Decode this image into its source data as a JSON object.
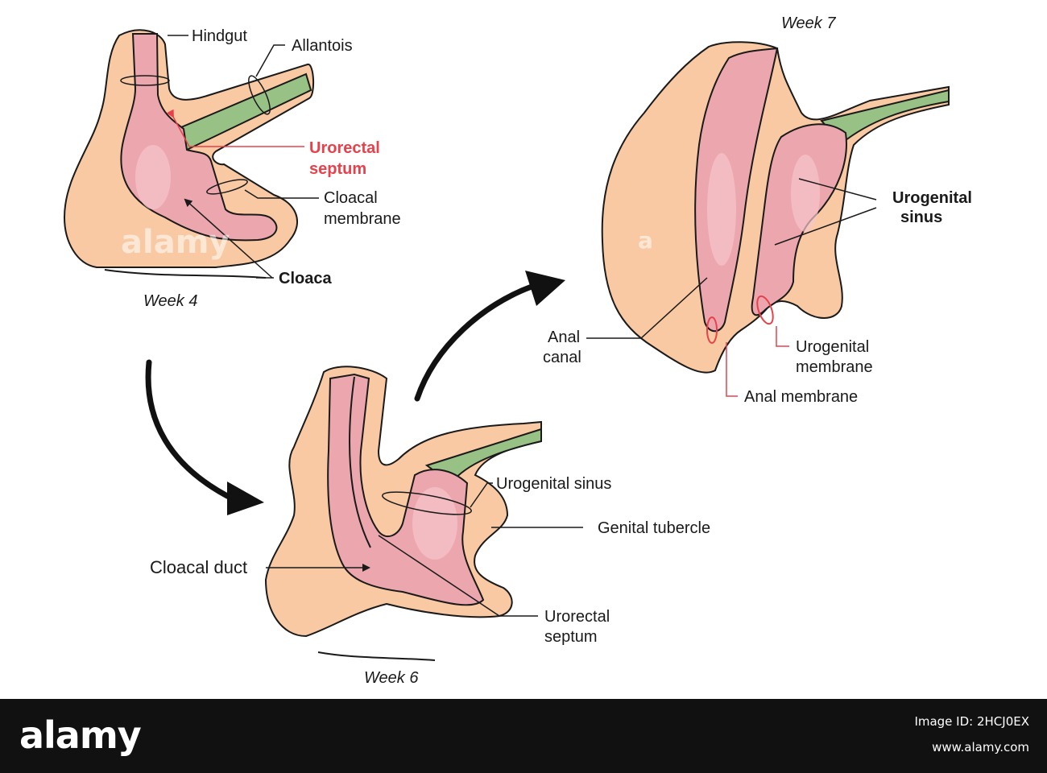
{
  "stages": {
    "week4": "Week 4",
    "week6": "Week 6",
    "week7": "Week 7"
  },
  "labels": {
    "hindgut": "Hindgut",
    "allantois": "Allantois",
    "urorectal_septum_line1": "Urorectal",
    "urorectal_septum_line2": "septum",
    "cloacal_membrane_line1": "Cloacal",
    "cloacal_membrane_line2": "membrane",
    "cloaca": "Cloaca",
    "urogenital_sinus_w6": "Urogenital sinus",
    "genital_tubercle": "Genital tubercle",
    "cloacal_duct": "Cloacal duct",
    "urorectal_septum_w6_line1": "Urorectal",
    "urorectal_septum_w6_line2": "septum",
    "urogenital_sinus_w7_line1": "Urogenital",
    "urogenital_sinus_w7_line2": "sinus",
    "anal_canal_line1": "Anal",
    "anal_canal_line2": "canal",
    "urogenital_membrane_line1": "Urogenital",
    "urogenital_membrane_line2": "membrane",
    "anal_membrane": "Anal membrane"
  },
  "watermark": {
    "brand": "alamy",
    "small": "a",
    "footer_brand": "alamy",
    "image_id_label": "Image ID: 2HCJ0EX",
    "site": "www.alamy.com"
  },
  "colors": {
    "mesoderm": "#f8c9a2",
    "endoderm": "#eca6ad",
    "endoderm_light": "#f6c6cb",
    "allantois": "#98c285",
    "outline": "#1a1a1a",
    "highlight_red": "#e8414b"
  }
}
